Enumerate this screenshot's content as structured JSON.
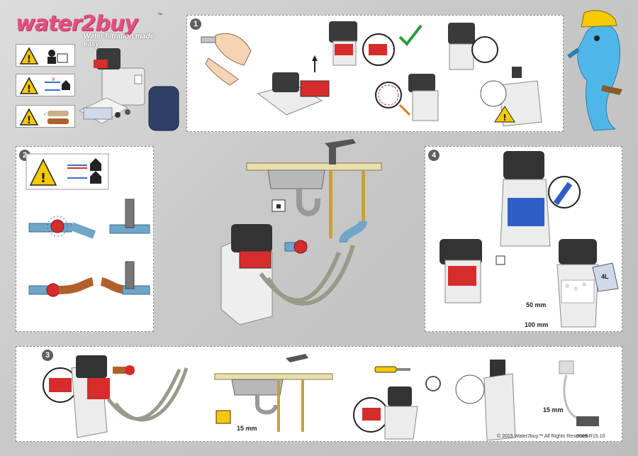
{
  "brand": {
    "name_part1": "water",
    "name_part2": "2buy",
    "tagline": "Water filtration made easy",
    "tm": "™"
  },
  "steps": {
    "s1": "1",
    "s2": "2",
    "s3": "3",
    "s4": "4"
  },
  "labels": {
    "salt_label": "4L",
    "dim_50": "50 mm",
    "dim_100": "100 mm",
    "dim_15a": "15 mm",
    "dim_15b": "15 mm"
  },
  "footer": {
    "copyright": "© 2015 Water2buy™ All Rights Reserved.",
    "code": "3005-R15.10"
  },
  "colors": {
    "accent_pink": "#e2517f",
    "warning_yellow": "#f6c900",
    "valve_red": "#d62c2c",
    "pipe_blue": "#6fa6c9",
    "copper": "#b0602a",
    "salt_blue": "#2f5fc6"
  }
}
